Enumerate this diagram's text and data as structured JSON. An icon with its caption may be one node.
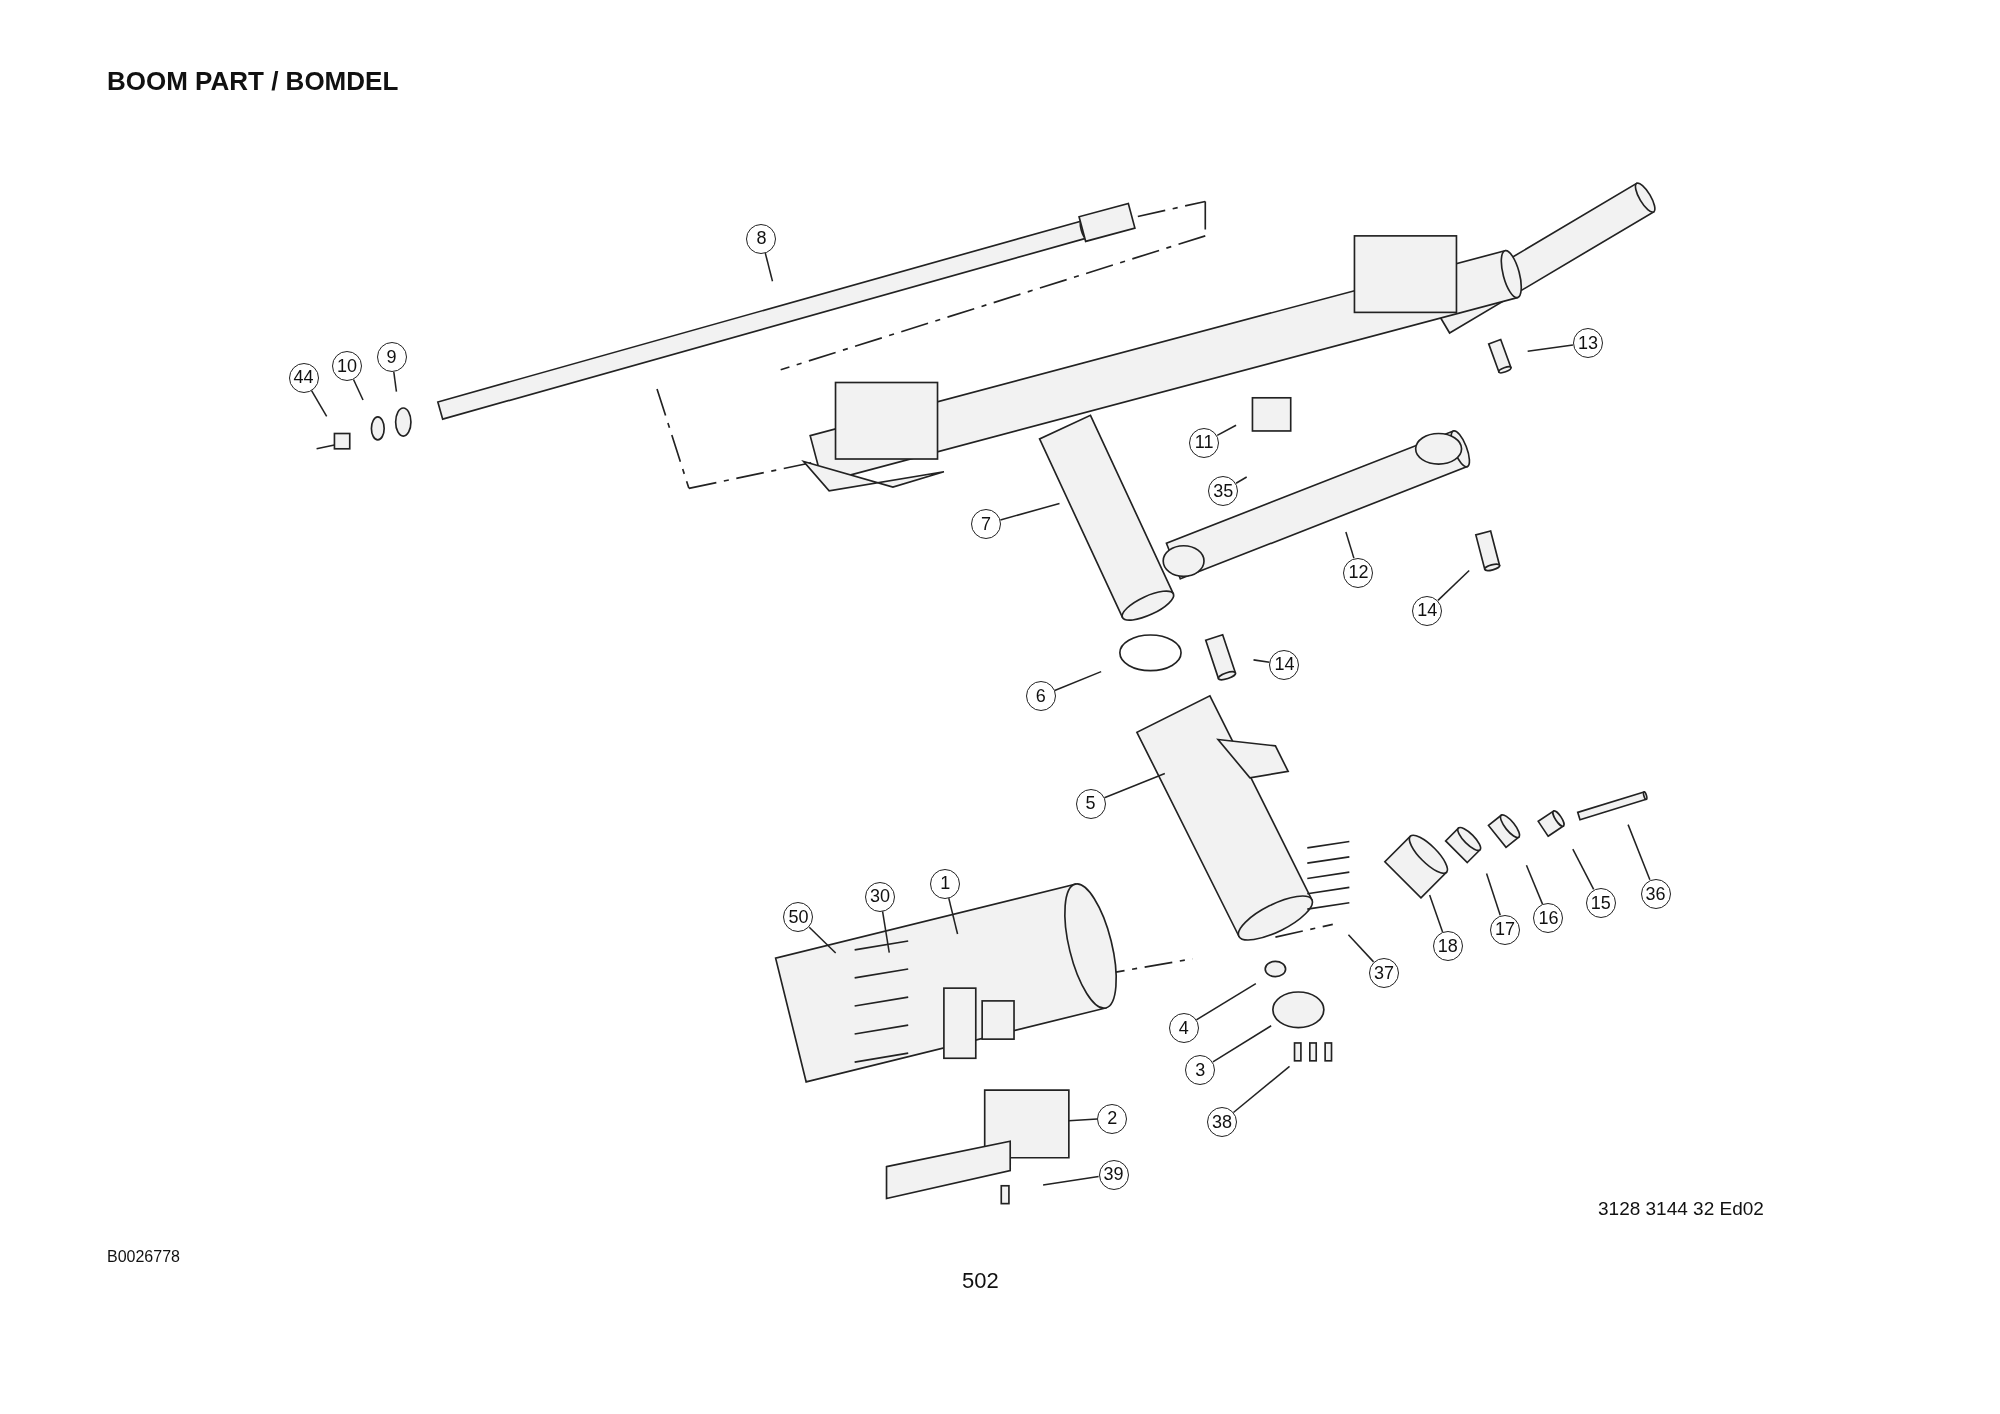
{
  "diagram": {
    "title": "BOOM PART / BOMDEL",
    "nodes": [
      {
        "text": [
          "8"
        ]
      },
      {
        "text": [
          "13"
        ]
      },
      {
        "text": [
          "44"
        ]
      },
      {
        "text": [
          "10"
        ]
      },
      {
        "text": [
          "9"
        ]
      },
      {
        "text": [
          "11"
        ]
      },
      {
        "text": [
          "35"
        ]
      },
      {
        "text": [
          "7"
        ]
      },
      {
        "text": [
          "12"
        ]
      },
      {
        "text": [
          "14"
        ]
      },
      {
        "text": [
          "14"
        ]
      },
      {
        "text": [
          "6"
        ]
      },
      {
        "text": [
          "5"
        ]
      },
      {
        "text": [
          "1"
        ]
      },
      {
        "text": [
          "30"
        ]
      },
      {
        "text": [
          "36"
        ]
      },
      {
        "text": [
          "15"
        ]
      },
      {
        "text": [
          "50"
        ]
      },
      {
        "text": [
          "16"
        ]
      },
      {
        "text": [
          "17"
        ]
      },
      {
        "text": [
          "18"
        ]
      },
      {
        "text": [
          "37"
        ]
      },
      {
        "text": [
          "4"
        ]
      },
      {
        "text": [
          "3"
        ]
      },
      {
        "text": [
          "2"
        ]
      },
      {
        "text": [
          "38"
        ]
      },
      {
        "text": [
          "39"
        ]
      }
    ],
    "edges": [
      {
        "from": 0,
        "to": null,
        "arrow": "none"
      },
      {
        "from": 1,
        "to": null,
        "arrow": "none"
      },
      {
        "from": 2,
        "to": null,
        "arrow": "none"
      },
      {
        "from": 3,
        "to": null,
        "arrow": "none"
      },
      {
        "from": 4,
        "to": null,
        "arrow": "none"
      },
      {
        "from": 5,
        "to": null,
        "arrow": "none"
      },
      {
        "from": 6,
        "to": null,
        "arrow": "none"
      },
      {
        "from": 7,
        "to": null,
        "arrow": "none"
      },
      {
        "from": 8,
        "to": null,
        "arrow": "none"
      },
      {
        "from": 9,
        "to": null,
        "arrow": "none"
      },
      {
        "from": 10,
        "to": null,
        "arrow": "none"
      },
      {
        "from": 11,
        "to": null,
        "arrow": "none"
      },
      {
        "from": 12,
        "to": null,
        "arrow": "none"
      },
      {
        "from": 13,
        "to": null,
        "arrow": "none"
      },
      {
        "from": 14,
        "to": null,
        "arrow": "none"
      },
      {
        "from": 15,
        "to": null,
        "arrow": "none"
      },
      {
        "from": 16,
        "to": null,
        "arrow": "none"
      },
      {
        "from": 17,
        "to": null,
        "arrow": "none"
      },
      {
        "from": 18,
        "to": null,
        "arrow": "none"
      },
      {
        "from": 19,
        "to": null,
        "arrow": "none"
      },
      {
        "from": 20,
        "to": null,
        "arrow": "none"
      },
      {
        "from": 21,
        "to": null,
        "arrow": "none"
      },
      {
        "from": 22,
        "to": null,
        "arrow": "none"
      },
      {
        "from": 23,
        "to": null,
        "arrow": "none"
      },
      {
        "from": 24,
        "to": null,
        "arrow": "none"
      },
      {
        "from": 25,
        "to": null,
        "arrow": "none"
      },
      {
        "from": 26,
        "to": null,
        "arrow": "none"
      }
    ],
    "labels": [
      "3128 3144 32 Ed02",
      "B0026778",
      "502"
    ]
  }
}
